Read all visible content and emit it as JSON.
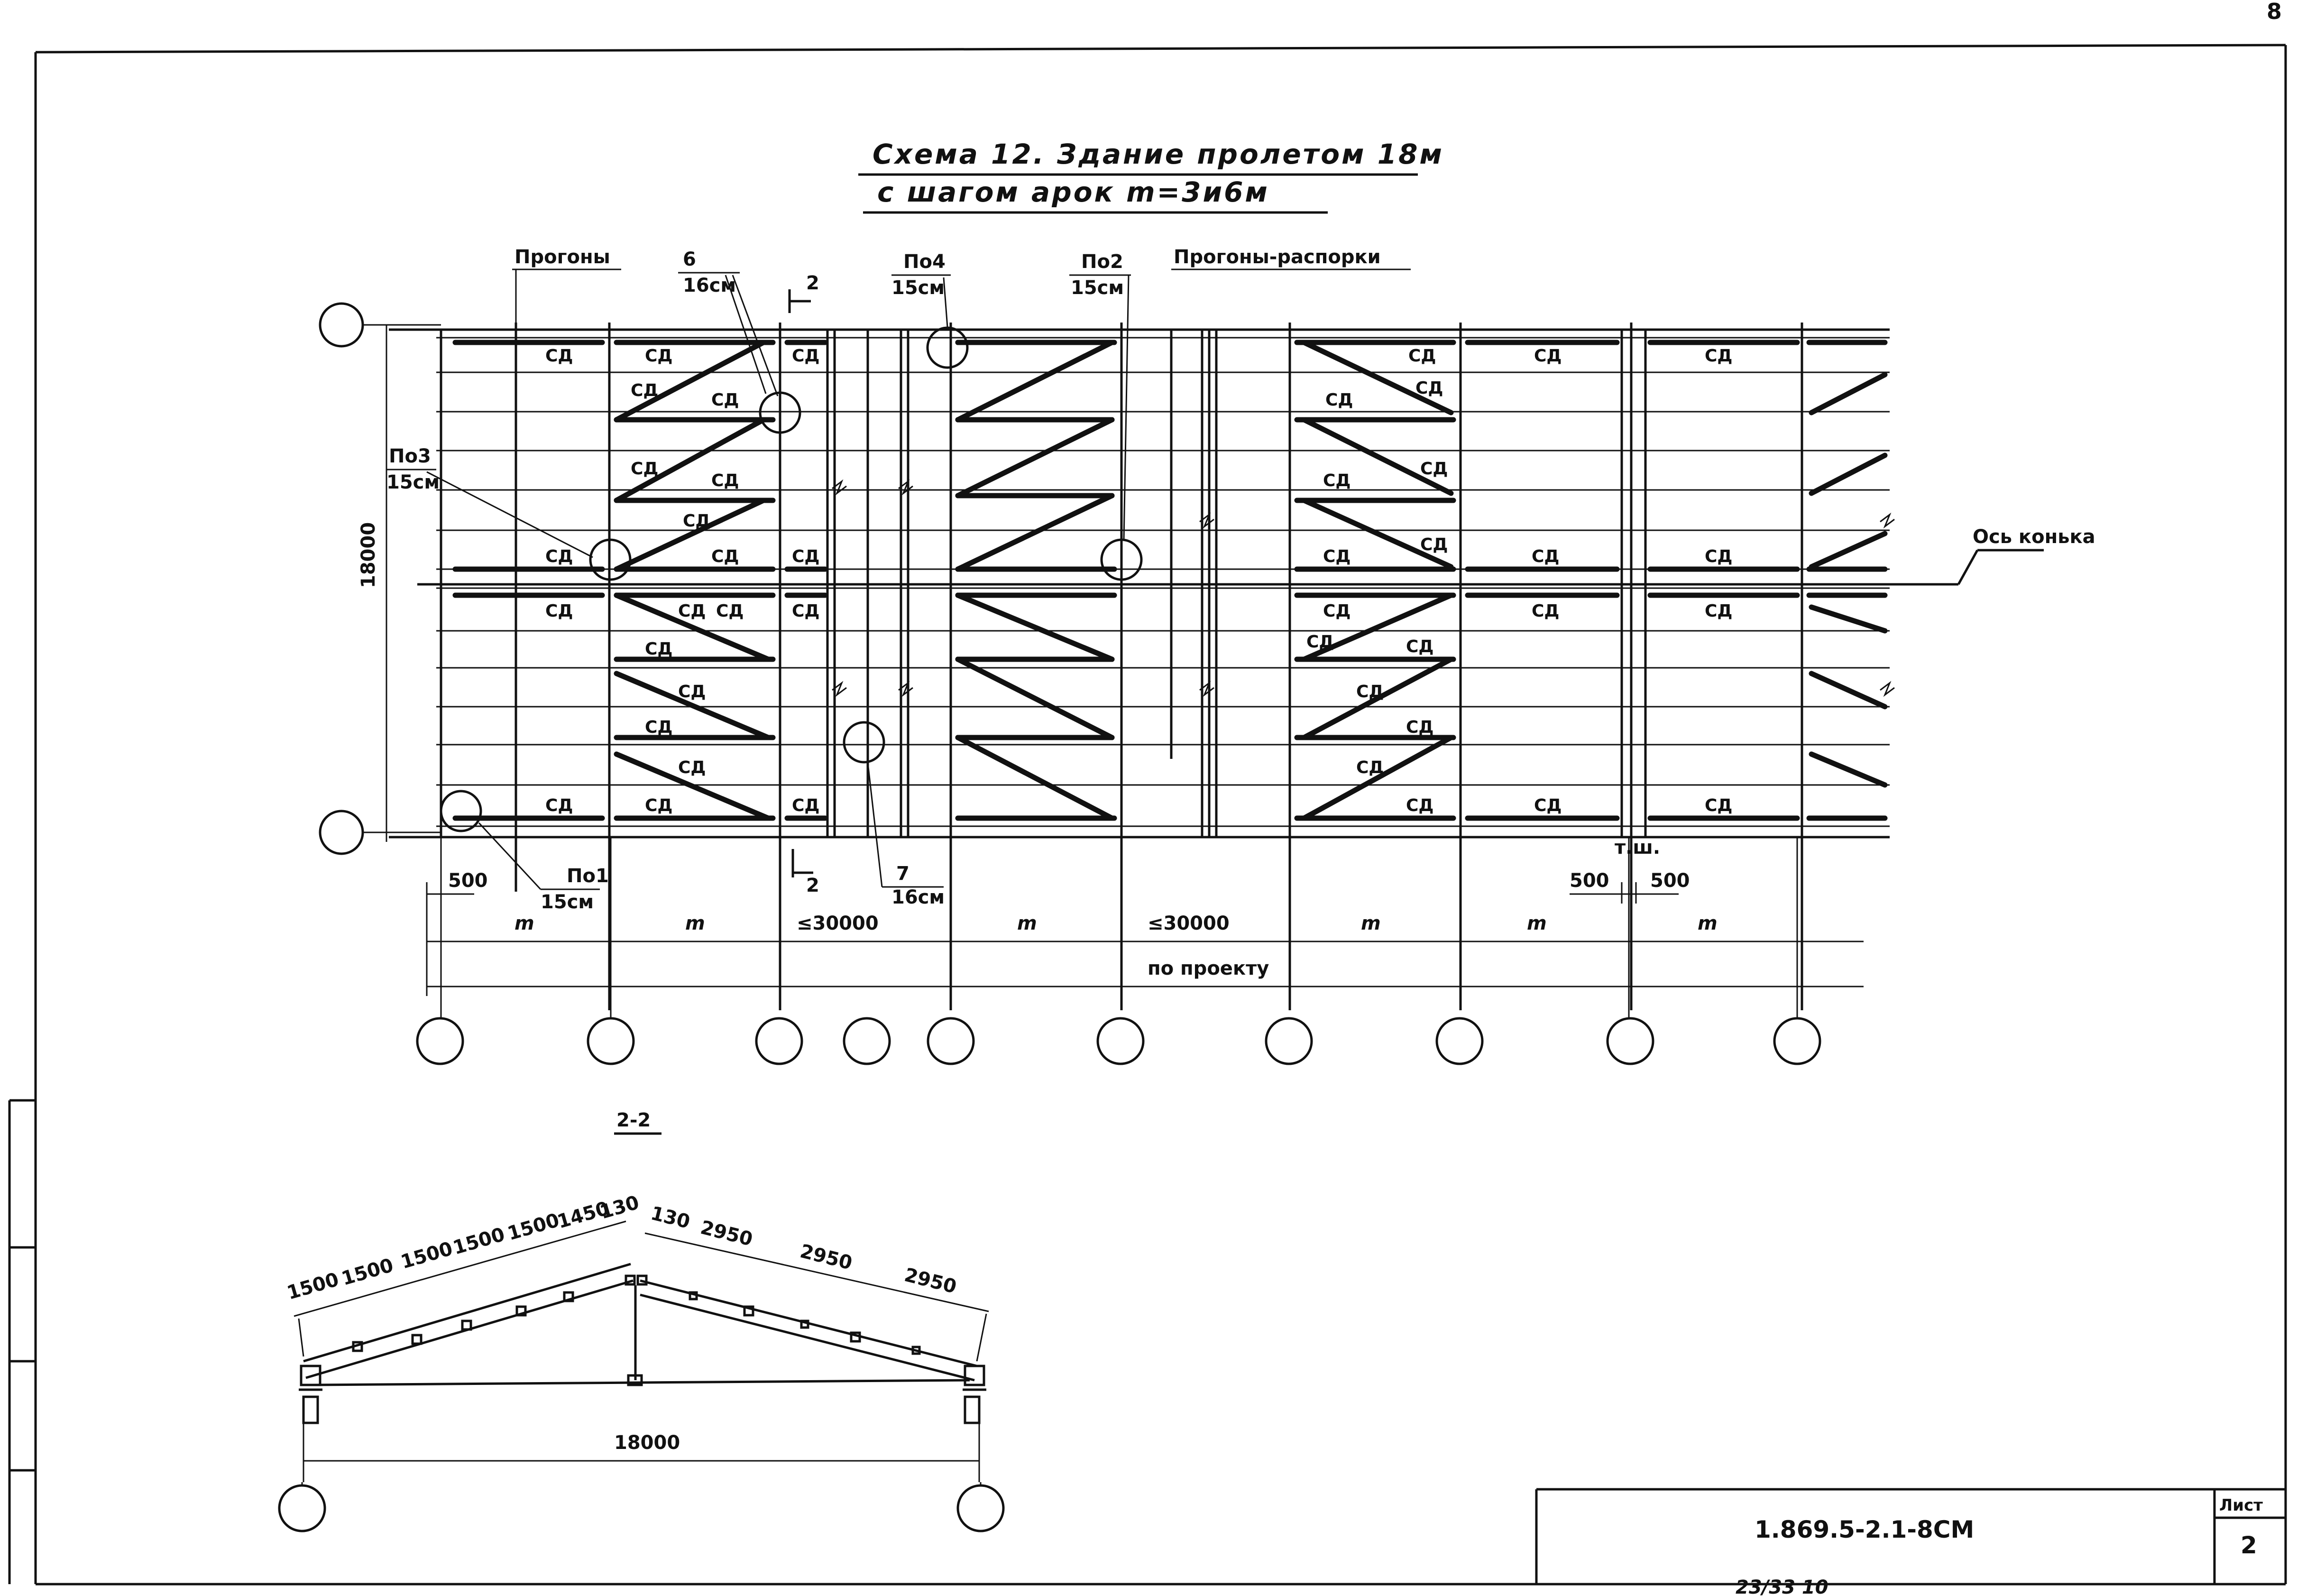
{
  "title": {
    "line1": "Схема 12. Здание пролетом 18м",
    "line2": "с шагом арок m=3и6м"
  },
  "labels": {
    "progony": "Прогоны",
    "progony_rasporki": "Прогоны-распорки",
    "os_konka": "Ось конька",
    "section_mark": "2",
    "height": "18000",
    "section_title": "2-2",
    "t_sh": "т.ш.",
    "po_proektu": "по проекту",
    "span_bottom": "18000"
  },
  "node_callouts": [
    {
      "id": "6",
      "ref": "6",
      "sheet": "16см"
    },
    {
      "id": "no4",
      "ref": "По4",
      "sheet": "15см"
    },
    {
      "id": "no2",
      "ref": "По2",
      "sheet": "15см"
    },
    {
      "id": "no3",
      "ref": "По3",
      "sheet": "15см"
    },
    {
      "id": "no1",
      "ref": "По1",
      "sheet": "15см"
    },
    {
      "id": "7",
      "ref": "7",
      "sheet": "16см"
    }
  ],
  "sd_label": "СД",
  "dims_top": {
    "d500a": "500",
    "d500b": "500",
    "d500c": "500"
  },
  "dims_row": [
    "m",
    "m",
    "≤30000",
    "m",
    "≤30000",
    "m",
    "m",
    "m"
  ],
  "section_dims_left": [
    "1500",
    "1500",
    "1500",
    "1500",
    "1500",
    "1450",
    "130"
  ],
  "section_dims_right": [
    "130",
    "2950",
    "2950",
    "2950"
  ],
  "stamp": {
    "code": "1.869.5-2.1-8СМ",
    "sheet_label": "Лист",
    "sheet_no": "2",
    "bottom_note": "23/33 10",
    "corner": "8"
  }
}
